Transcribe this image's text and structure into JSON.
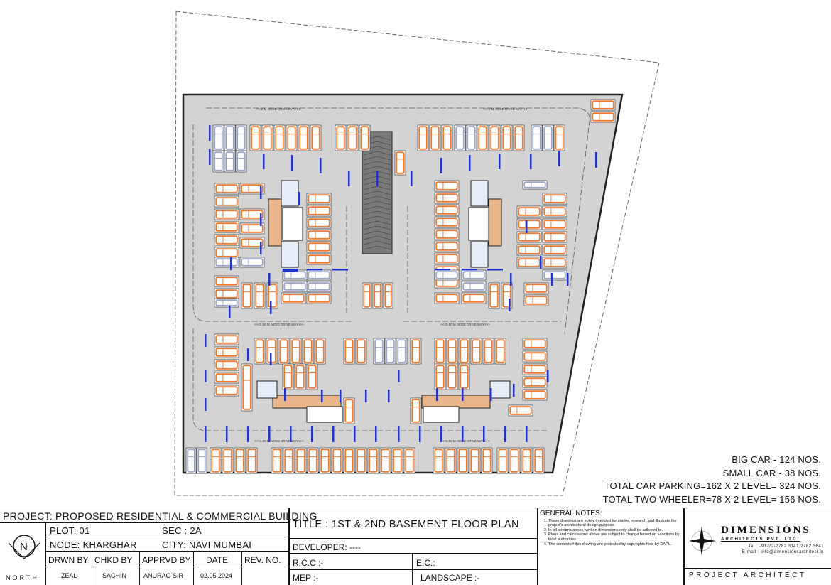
{
  "summary": {
    "big_car": "BIG CAR - 124 NOS.",
    "small_car": "SMALL CAR - 38 NOS.",
    "total_car": "TOTAL CAR PARKING=162 X 2 LEVEL= 324 NOS.",
    "total_two_wheeler": "TOTAL TWO WHEELER=78 X 2 LEVEL= 156 NOS."
  },
  "drive_labels": {
    "top_left": "<<<6 M. WIDE DRIVE WAY>>>",
    "top_right": "<<<6 M. WIDE DRIVE WAY>>>",
    "mid_left": "<<<5.50 M. WIDE DRIVE WAY>>>",
    "mid_right": "<<<5.50 M. WIDE DRIVE WAY>>>",
    "bottom_left": "<<<5.50 M. WIDE DRIVE WAY>>>",
    "bottom_right": "<<<5.50 M. WIDE DRIVE WAY>>>"
  },
  "titleblock": {
    "project_label": "PROJECT:",
    "project_value": "PROPOSED RESIDENTIAL & COMMERCIAL BUILDING",
    "plot": "PLOT: 01",
    "sec": "SEC : 2A",
    "node": "NODE: KHARGHAR",
    "city": "CITY: NAVI MUMBAI",
    "headers": [
      "DRWN BY",
      "CHKD BY",
      "APPRVD BY",
      "DATE",
      "REV. NO."
    ],
    "values": [
      "ZEAL",
      "SACHIN",
      "ANURAG SIR",
      "02.05.2024",
      ""
    ],
    "title": "TITLE :   1ST & 2ND BASEMENT FLOOR PLAN",
    "developer": "DEVELOPER: ----",
    "rcc": "R.C.C :-",
    "ec": "E.C.:",
    "mep": "MEP   :-",
    "landscape": "LANDSCAPE :-",
    "north_letter": "N",
    "north_text": "NORTH"
  },
  "notes": {
    "heading": "GENERAL NOTES:",
    "items": [
      "These drawings are solely intended for market research and illustrate the project's architectural design purpose.",
      "In all circumstances, written dimensions only shall be adhered to.",
      "Plans and calculations above are subject to change based on sanctions by local authorities.",
      "The content of this drawing are protected by copyrights held by DAPL."
    ]
  },
  "firm": {
    "name": "DIMENSIONS",
    "sub": "ARCHITECTS PVT. LTD.",
    "tel": "Tel : -91-22-2782 3141,2782 3641",
    "email": "E-mail :  info@dimensionsarchitect.in",
    "role": "PROJECT ARCHITECT"
  },
  "colors": {
    "floor": "#d3d3d3",
    "big_car": "#f07a32",
    "small_car": "#9aa7c9",
    "two_wheeler": "#2233cc",
    "core": "#e8b58a",
    "outline": "#222222"
  }
}
